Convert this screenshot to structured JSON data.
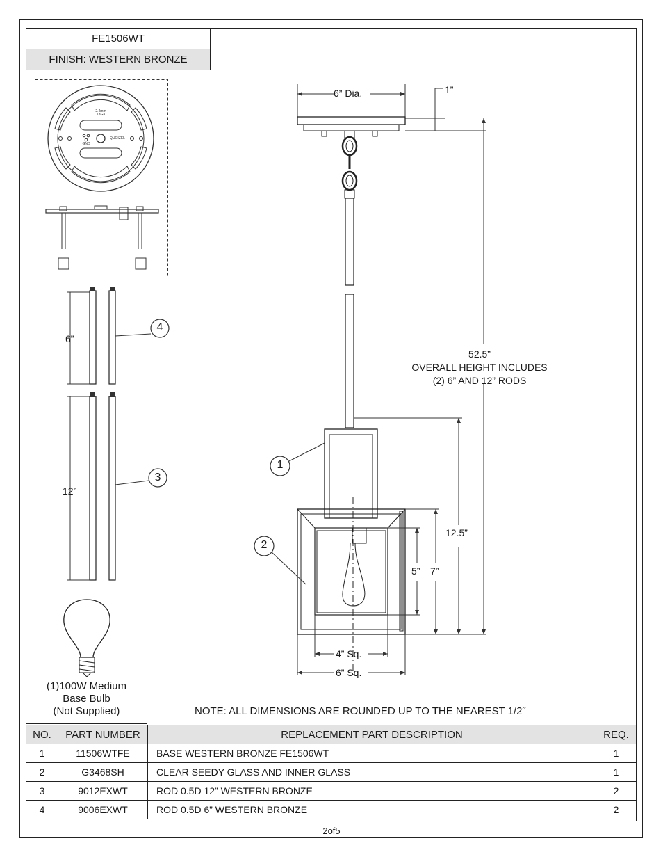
{
  "header": {
    "model": "FE1506WT",
    "finish": "FINISH: WESTERN BRONZE"
  },
  "canopy_plate": {
    "brand_mark": "QUOIZEL",
    "gauge_text_1": "2.4mm",
    "gauge_text_2": "13Ga",
    "ground_label": "GND"
  },
  "rods": {
    "short_label": "6”",
    "long_label": "12”",
    "short_callout": "4",
    "long_callout": "3"
  },
  "fixture": {
    "canopy_dia": "6” Dia.",
    "canopy_height": "1”",
    "overall_height": "52.5”",
    "overall_note_1": "OVERALL HEIGHT INCLUDES",
    "overall_note_2": "(2) 6” AND 12” RODS",
    "body_height": "12.5”",
    "glass_height": "5”",
    "shade_height": "7”",
    "inner_width": "4” Sq.",
    "outer_width": "6” Sq.",
    "callout_1": "1",
    "callout_2": "2"
  },
  "bulb": {
    "line1": "(1)100W Medium",
    "line2": "Base Bulb",
    "line3": "(Not Supplied)"
  },
  "note": "NOTE:  ALL DIMENSIONS ARE ROUNDED UP TO THE NEAREST  1/2˝",
  "parts_table": {
    "headers": {
      "no": "NO.",
      "part_number": "PART NUMBER",
      "description": "REPLACEMENT PART DESCRIPTION",
      "req": "REQ."
    },
    "rows": [
      {
        "no": "1",
        "part_number": "11506WTFE",
        "description": "BASE WESTERN BRONZE FE1506WT",
        "req": "1"
      },
      {
        "no": "2",
        "part_number": "G3468SH",
        "description": "CLEAR SEEDY GLASS AND INNER GLASS",
        "req": "1"
      },
      {
        "no": "3",
        "part_number": "9012EXWT",
        "description": "ROD 0.5D 12” WESTERN BRONZE",
        "req": "2"
      },
      {
        "no": "4",
        "part_number": "9006EXWT",
        "description": "ROD 0.5D 6” WESTERN BRONZE",
        "req": "2"
      }
    ]
  },
  "page": "2of5"
}
